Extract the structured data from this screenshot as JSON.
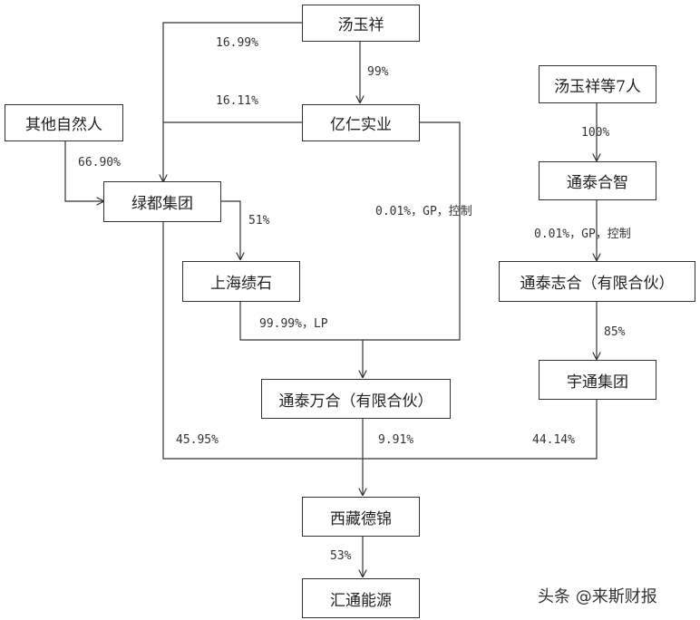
{
  "nodes": {
    "tang_yuxiang": "汤玉祥",
    "tang_yuxiang_7": "汤玉祥等7人",
    "other_persons": "其他自然人",
    "yiren": "亿仁实业",
    "lvdu": "绿都集团",
    "tongtai_hezhi": "通泰合智",
    "shanghai_jishi": "上海绩石",
    "tongtai_zhihe": "通泰志合（有限合伙）",
    "tongtai_wanhe": "通泰万合（有限合伙）",
    "yutong": "宇通集团",
    "xizang_dejin": "西藏德锦",
    "huitong": "汇通能源"
  },
  "edge_labels": {
    "tang_to_lvdu": "16.99%",
    "tang_to_yiren": "99%",
    "yiren_to_lvdu": "16.11%",
    "other_to_lvdu": "66.90%",
    "seven_to_hezhi": "100%",
    "yiren_to_wanhe": "0.01%，GP，控制",
    "lvdu_to_jishi": "51%",
    "hezhi_to_zhihe": "0.01%，GP，控制",
    "jishi_to_wanhe": "99.99%，LP",
    "zhihe_to_yutong": "85%",
    "lvdu_to_dejin": "45.95%",
    "wanhe_to_dejin": "9.91%",
    "yutong_to_dejin": "44.14%",
    "dejin_to_huitong": "53%"
  },
  "watermark": "头条 @来斯财报",
  "colors": {
    "line": "#333333",
    "box_border": "#333333"
  }
}
